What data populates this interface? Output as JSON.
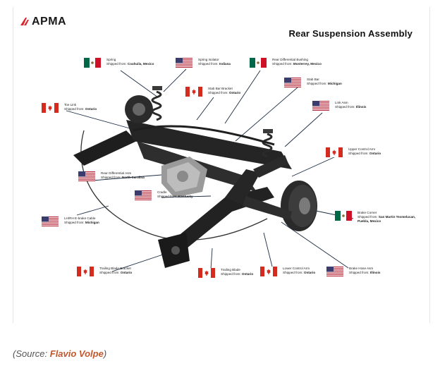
{
  "logo": {
    "text": "APMA",
    "mark_color": "#d8262c"
  },
  "title": "Rear Suspension Assembly",
  "shipped_prefix": "Shipped from:",
  "parts": [
    {
      "id": "spring",
      "name": "Spring",
      "origin": "Coahuila, Mexico",
      "country": "mexico"
    },
    {
      "id": "spring-isolator",
      "name": "Spring Isolator",
      "origin": "Indiana",
      "country": "usa"
    },
    {
      "id": "rear-diff-bushing",
      "name": "Rear Differential Bushing",
      "origin": "Monterrey, Mexico",
      "country": "mexico"
    },
    {
      "id": "stab-bar-bracket",
      "name": "Stab Bar Bracket",
      "origin": "Ontario",
      "country": "canada"
    },
    {
      "id": "stab-bar",
      "name": "Stab Bar",
      "origin": "Michigan",
      "country": "usa"
    },
    {
      "id": "toe-link",
      "name": "Toe Link",
      "origin": "Ontario",
      "country": "canada"
    },
    {
      "id": "link-asm",
      "name": "Link Asm",
      "origin": "Illinois",
      "country": "usa"
    },
    {
      "id": "upper-control-arm",
      "name": "Upper Control Arm",
      "origin": "Ontario",
      "country": "canada"
    },
    {
      "id": "rear-diff-asm",
      "name": "Rear Differential Asm",
      "origin": "North Carolina",
      "country": "usa"
    },
    {
      "id": "cradle",
      "name": "Cradle",
      "origin": "Kentucky",
      "country": "usa"
    },
    {
      "id": "ebrake-cable",
      "name": "LH/RH E-brake Cable",
      "origin": "Michigan",
      "country": "usa"
    },
    {
      "id": "brake-corner",
      "name": "Brake Corner",
      "origin": "San Martin Texmelucan, Puebla, Mexico",
      "country": "mexico"
    },
    {
      "id": "trailing-blade-bracket",
      "name": "Trailing Blade Bracket",
      "origin": "Ontario",
      "country": "canada"
    },
    {
      "id": "trailing-blade",
      "name": "Trailing Blade",
      "origin": "Ontario",
      "country": "canada"
    },
    {
      "id": "lower-control-arm",
      "name": "Lower Control Arm",
      "origin": "Ontario",
      "country": "canada"
    },
    {
      "id": "brake-hose-asm",
      "name": "Brake Hose Asm",
      "origin": "Illinois",
      "country": "usa"
    }
  ],
  "flag_colors": {
    "canada_red": "#d52b1e",
    "usa_red": "#b22234",
    "usa_blue": "#3c3b6e",
    "mexico_green": "#006847",
    "mexico_red": "#ce1126"
  },
  "source": {
    "prefix": "(Source: ",
    "link_text": "Flavio Volpe",
    "suffix": ")",
    "link_color": "#c2572d"
  }
}
